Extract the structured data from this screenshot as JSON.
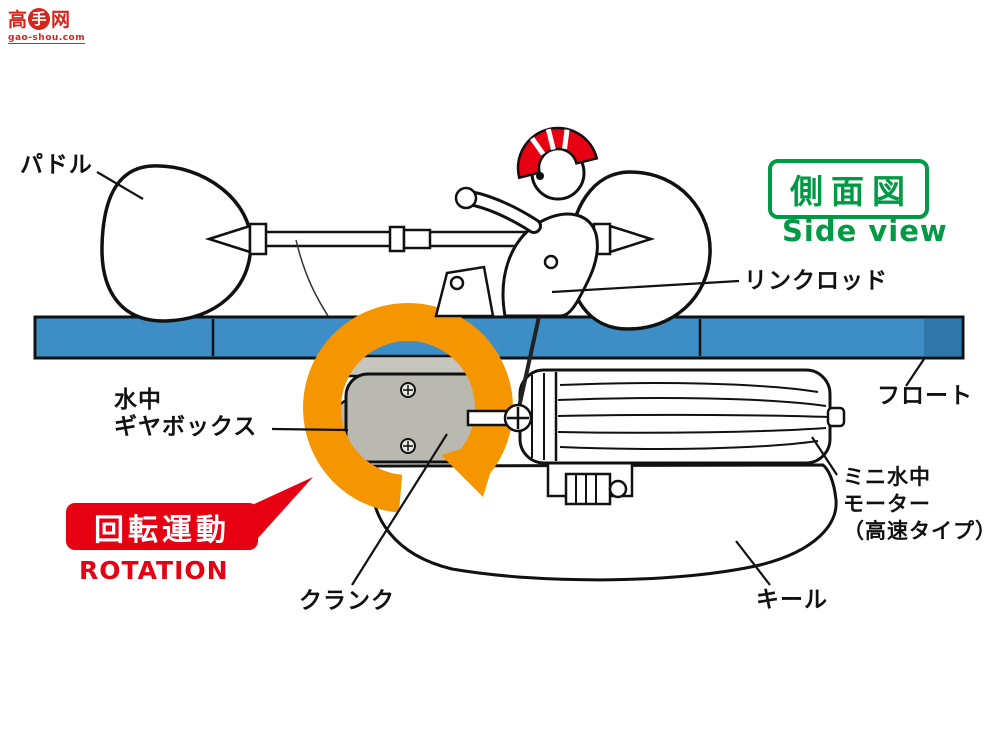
{
  "watermark": {
    "char1": "高",
    "char2": "手",
    "char3": "网",
    "url": "gao-shou.com"
  },
  "title": {
    "jp": "側面図",
    "en": "Side view"
  },
  "labels": {
    "paddle": "パドル",
    "link_rod": "リンクロッド",
    "float": "フロート",
    "gearbox_l1": "水中",
    "gearbox_l2": "ギヤボックス",
    "motor_l1": "ミニ水中",
    "motor_l2": "モーター",
    "motor_l3": "（高速タイプ）",
    "keel": "キール",
    "crank": "クランク",
    "rotation_jp": "回転運動",
    "rotation_en": "ROTATION"
  },
  "colors": {
    "green": "#009a44",
    "red": "#e60012",
    "blue_float": "#3d8ec6",
    "blue_float_dark": "#2f77ab",
    "orange": "#f59600",
    "gearbox_gray": "#b9b9b1",
    "line": "#111111"
  }
}
